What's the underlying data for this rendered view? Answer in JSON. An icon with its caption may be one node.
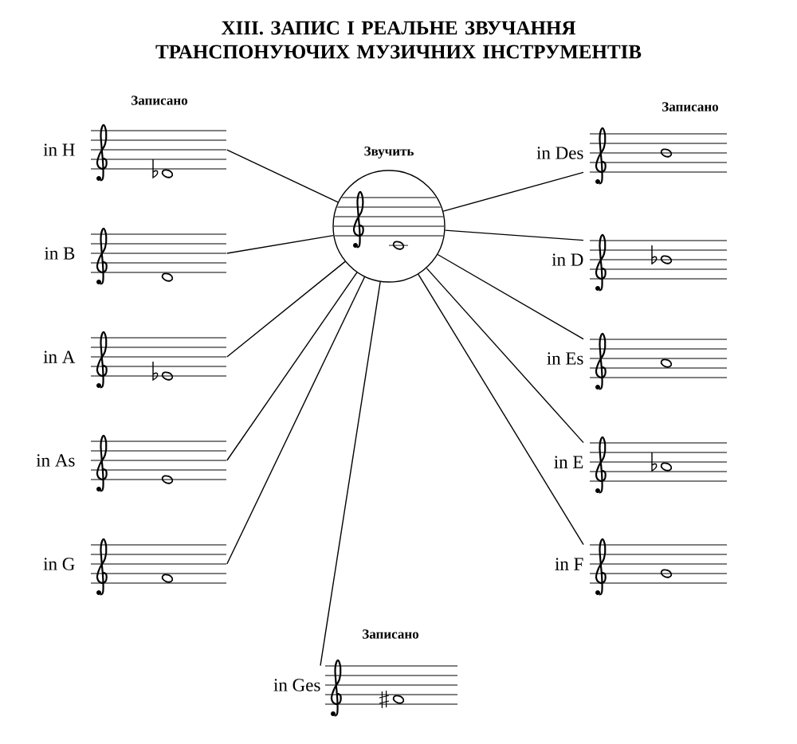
{
  "diagram": {
    "title": "XIII. ЗАПИС І РЕАЛЬНЕ ЗВУЧАННЯ ТРАНСПОНУЮЧИХ МУЗИЧНИХ ІНСТРУМЕНТІВ",
    "nodes": [
      {
        "text": [
          "Звучить"
        ]
      },
      {
        "text": [
          "in H"
        ]
      },
      {
        "text": [
          "in B"
        ]
      },
      {
        "text": [
          "in A"
        ]
      },
      {
        "text": [
          "in As"
        ]
      },
      {
        "text": [
          "in G"
        ]
      },
      {
        "text": [
          "in Des"
        ]
      },
      {
        "text": [
          "in D"
        ]
      },
      {
        "text": [
          "in Es"
        ]
      },
      {
        "text": [
          "in E"
        ]
      },
      {
        "text": [
          "in F"
        ]
      },
      {
        "text": [
          "in Ges"
        ]
      }
    ],
    "edges": [
      {
        "from": 0,
        "to": 1,
        "arrow": "none"
      },
      {
        "from": 0,
        "to": 2,
        "arrow": "none"
      },
      {
        "from": 0,
        "to": 3,
        "arrow": "none"
      },
      {
        "from": 0,
        "to": 4,
        "arrow": "none"
      },
      {
        "from": 0,
        "to": 5,
        "arrow": "none"
      },
      {
        "from": 0,
        "to": 6,
        "arrow": "none"
      },
      {
        "from": 0,
        "to": 7,
        "arrow": "none"
      },
      {
        "from": 0,
        "to": 8,
        "arrow": "none"
      },
      {
        "from": 0,
        "to": 9,
        "arrow": "none"
      },
      {
        "from": 0,
        "to": 10,
        "arrow": "none"
      },
      {
        "from": 0,
        "to": 11,
        "arrow": "none"
      }
    ],
    "labels": [
      "Записано",
      "Записано",
      "Записано"
    ]
  }
}
